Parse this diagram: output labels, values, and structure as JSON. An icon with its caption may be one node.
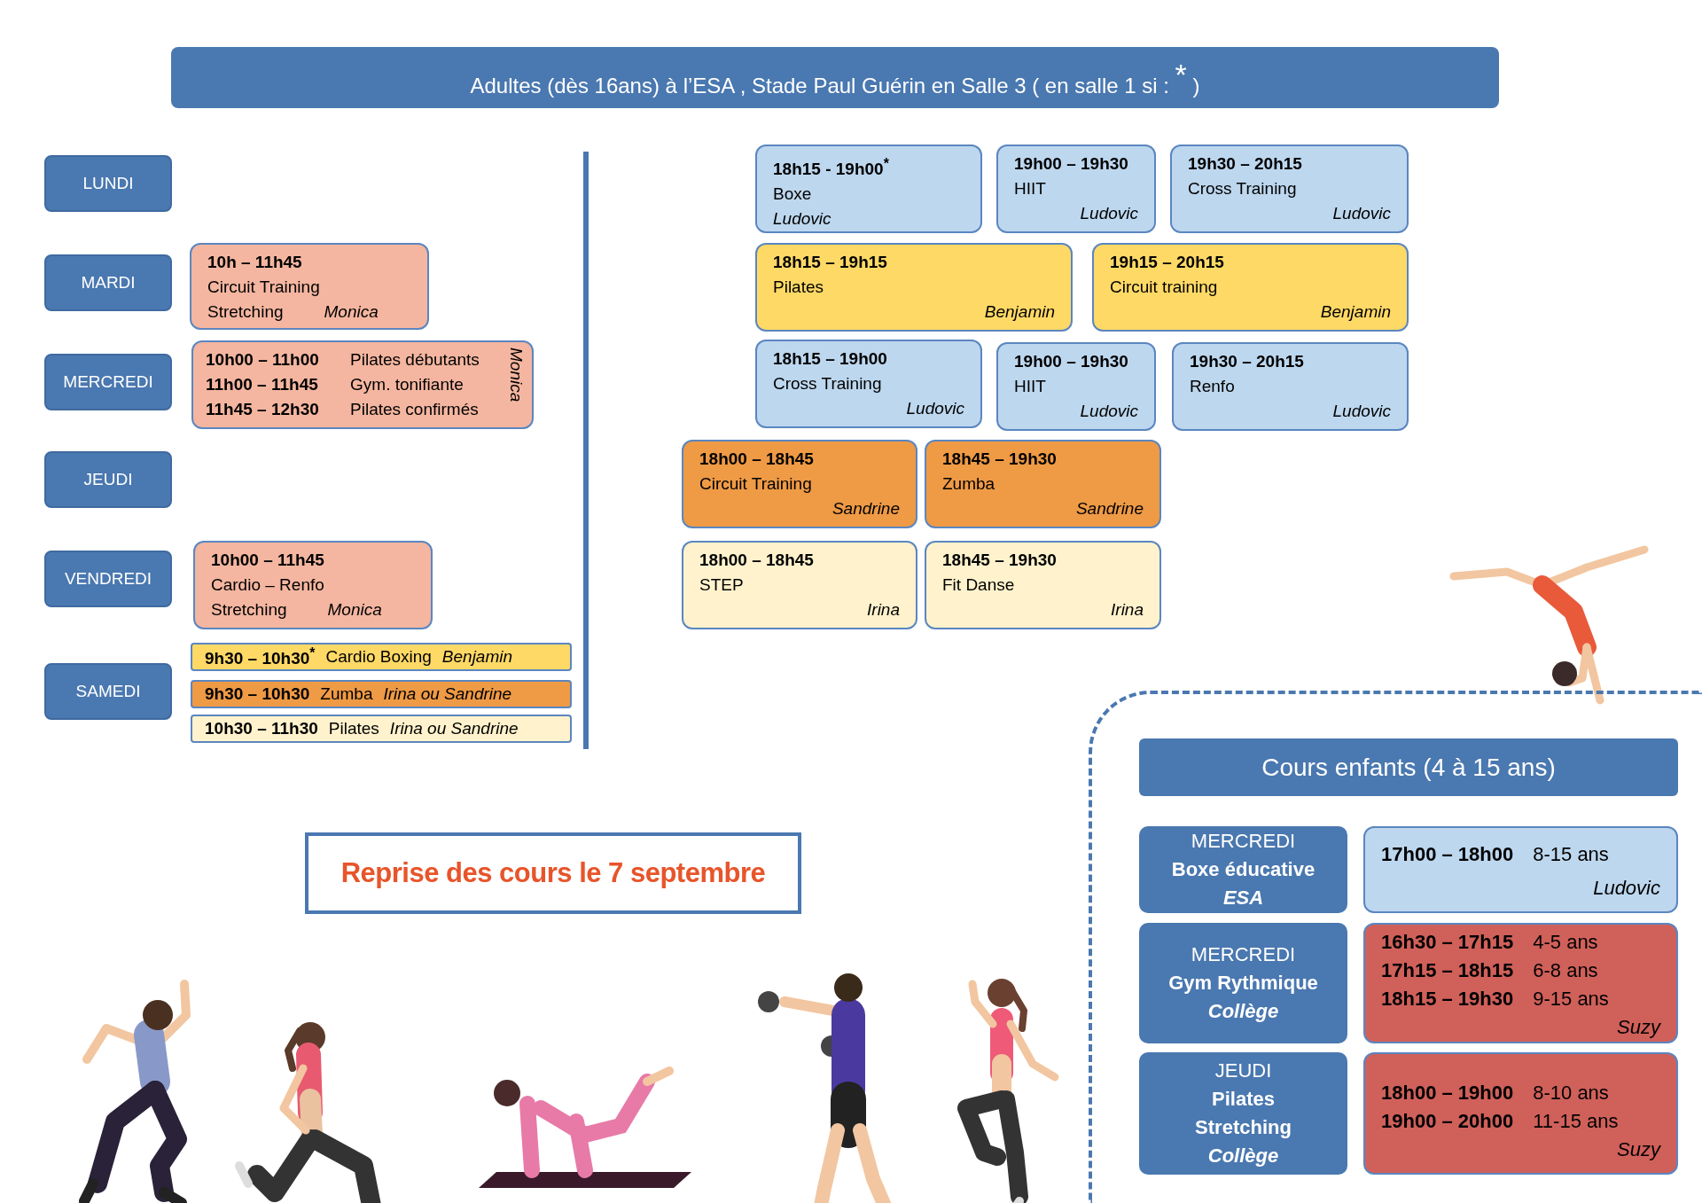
{
  "diagram": {
    "title": "Adultes (dès 16ans) à l’ESA , Stade Paul Guérin en Salle 3 ( en salle 1 si : $^{*}$ )",
    "nodes": [
      {
        "text": [
          "LUNDI"
        ]
      },
      {
        "text": [
          "MARDI"
        ]
      },
      {
        "text": [
          "MERCREDI"
        ]
      },
      {
        "text": [
          "JEUDI"
        ]
      },
      {
        "text": [
          "VENDREDI"
        ]
      },
      {
        "text": [
          "SAMEDI"
        ]
      },
      {
        "text": [
          "10h – 11h45",
          "Circuit Training",
          "Stretching",
          "Monica"
        ]
      },
      {
        "text": [
          "10h00 – 11h00",
          "Pilates débutants",
          "11h00 – 11h45",
          "Gym. tonifiante",
          "11h45 – 12h30",
          "Pilates confirmés",
          "Monica"
        ]
      },
      {
        "text": [
          "10h00 – 11h45",
          "Cardio – Renfo",
          "Stretching",
          "Monica"
        ]
      },
      {
        "text": [
          "9h30 – 10h30$^{*}$",
          "Cardio Boxing",
          "Benjamin"
        ]
      },
      {
        "text": [
          "9h30 – 10h30",
          "Zumba",
          "Irina ou Sandrine"
        ]
      },
      {
        "text": [
          "10h30 – 11h30",
          "Pilates",
          "Irina ou Sandrine"
        ]
      },
      {
        "text": [
          "18h15 - 19h00$^{*}$",
          "Boxe",
          "Ludovic"
        ]
      },
      {
        "text": [
          "19h00 – 19h30",
          "HIIT",
          "Ludovic"
        ]
      },
      {
        "text": [
          "19h30 – 20h15",
          "Cross Training",
          "Ludovic"
        ]
      },
      {
        "text": [
          "18h15 – 19h15",
          "Pilates",
          "Benjamin"
        ]
      },
      {
        "text": [
          "19h15 – 20h15",
          "Circuit training",
          "Benjamin"
        ]
      },
      {
        "text": [
          "18h15 – 19h00",
          "Cross Training",
          "Ludovic"
        ]
      },
      {
        "text": [
          "19h00 – 19h30",
          "HIIT",
          "Ludovic"
        ]
      },
      {
        "text": [
          "19h30 – 20h15",
          "Renfo",
          "Ludovic"
        ]
      },
      {
        "text": [
          "18h00 – 18h45",
          "Circuit Training",
          "Sandrine"
        ]
      },
      {
        "text": [
          "18h45 – 19h30",
          "Zumba",
          "Sandrine"
        ]
      },
      {
        "text": [
          "18h00 – 18h45",
          "STEP",
          "Irina"
        ]
      },
      {
        "text": [
          "18h45 – 19h30",
          "Fit Danse",
          "Irina"
        ]
      },
      {
        "text": [
          "Reprise des cours le 7 septembre"
        ]
      },
      {
        "text": [],
        "shape": "box"
      },
      {
        "text": [
          "Cours enfants (4 à 15 ans)"
        ],
        "in": 25
      },
      {
        "text": [
          "MERCREDI",
          "Boxe éducative",
          "ESA"
        ],
        "in": 25
      },
      {
        "text": [
          "17h00 – 18h00",
          "8-15 ans",
          "Ludovic"
        ],
        "in": 25
      },
      {
        "text": [
          "MERCREDI",
          "Gym Rythmique",
          "Collège"
        ],
        "in": 25
      },
      {
        "text": [
          "16h30 – 17h15",
          "4-5 ans",
          "17h15 – 18h15",
          "6-8 ans",
          "18h15 – 19h30",
          "9-15 ans",
          "Suzy"
        ],
        "in": 25
      },
      {
        "text": [
          "JEUDI",
          "Pilates Stretching",
          "Collège"
        ],
        "in": 25
      },
      {
        "text": [
          "18h00 – 19h00",
          "8-10 ans",
          "19h00 – 20h00",
          "11-15 ans",
          "Suzy"
        ],
        "in": 25
      }
    ]
  }
}
